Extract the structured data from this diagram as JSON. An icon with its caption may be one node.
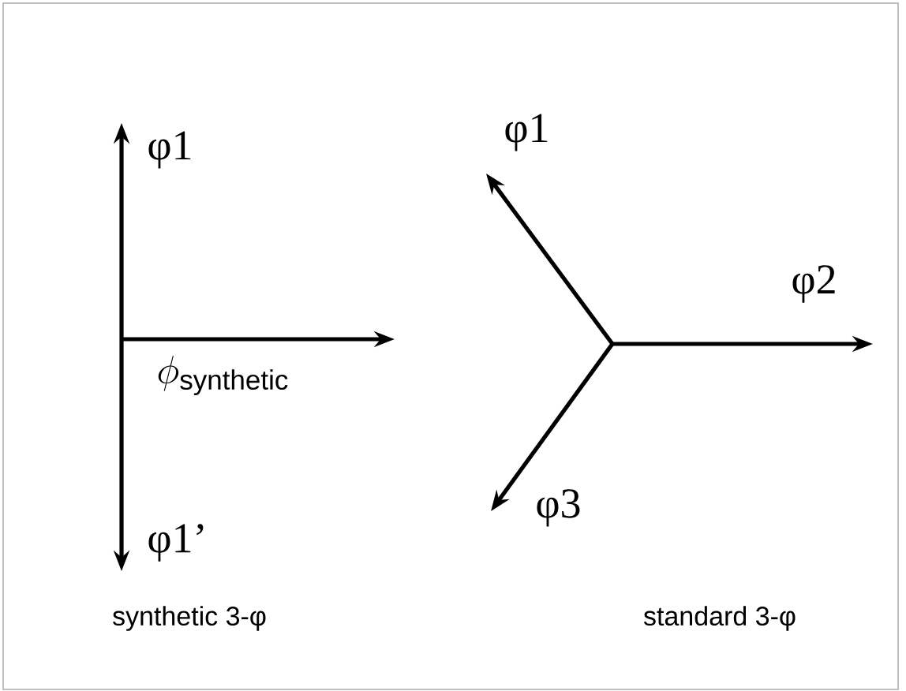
{
  "diagram": {
    "labels": [
      "φ1",
      "\\phi_{\\mathrm{synthetic}}",
      "φ1’",
      "synthetic 3-φ",
      "φ1",
      "φ2",
      "φ3",
      "standard 3-φ"
    ]
  }
}
